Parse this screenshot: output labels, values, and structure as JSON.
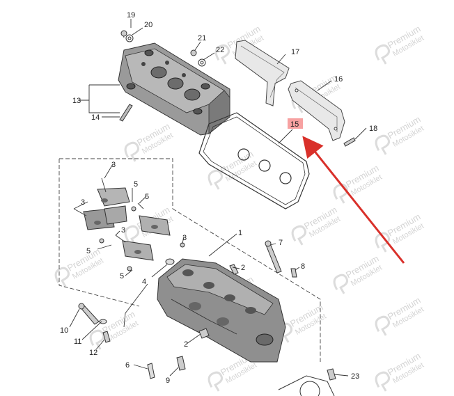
{
  "diagram": {
    "callouts": [
      {
        "id": "c19",
        "label": "19"
      },
      {
        "id": "c20",
        "label": "20"
      },
      {
        "id": "c21",
        "label": "21"
      },
      {
        "id": "c22",
        "label": "22"
      },
      {
        "id": "c17",
        "label": "17"
      },
      {
        "id": "c16",
        "label": "16"
      },
      {
        "id": "c13",
        "label": "13"
      },
      {
        "id": "c14",
        "label": "14"
      },
      {
        "id": "c15",
        "label": "15"
      },
      {
        "id": "c18",
        "label": "18"
      },
      {
        "id": "c3a",
        "label": "3"
      },
      {
        "id": "c3b",
        "label": "3"
      },
      {
        "id": "c3c",
        "label": "3"
      },
      {
        "id": "c3d",
        "label": "3"
      },
      {
        "id": "c5a",
        "label": "5"
      },
      {
        "id": "c5b",
        "label": "5"
      },
      {
        "id": "c5c",
        "label": "5"
      },
      {
        "id": "c5d",
        "label": "5"
      },
      {
        "id": "c1",
        "label": "1"
      },
      {
        "id": "c7",
        "label": "7"
      },
      {
        "id": "c8",
        "label": "8"
      },
      {
        "id": "c2a",
        "label": "2"
      },
      {
        "id": "c2b",
        "label": "2"
      },
      {
        "id": "c4",
        "label": "4"
      },
      {
        "id": "c10",
        "label": "10"
      },
      {
        "id": "c11",
        "label": "11"
      },
      {
        "id": "c12",
        "label": "12"
      },
      {
        "id": "c6",
        "label": "6"
      },
      {
        "id": "c9",
        "label": "9"
      },
      {
        "id": "c23",
        "label": "23"
      }
    ],
    "highlighted_callout": "15",
    "highlight_color": "#f7a1a1",
    "arrow_color": "#d9302a",
    "watermark": {
      "line1": "Premium",
      "line2": "Motosiklet"
    }
  }
}
